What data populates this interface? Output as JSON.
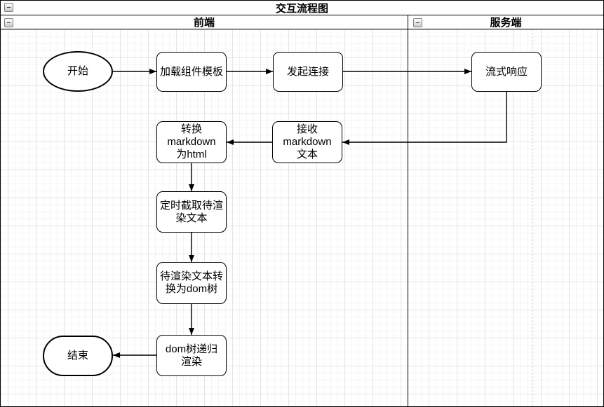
{
  "window": {
    "title": "交互流程图"
  },
  "icons": {
    "collapse": "−"
  },
  "lanes": {
    "frontend": {
      "label": "前端"
    },
    "server": {
      "label": "服务端"
    }
  },
  "nodes": {
    "start": {
      "type": "ellipse",
      "lane": "前端",
      "label": "开始"
    },
    "load_template": {
      "type": "process",
      "lane": "前端",
      "label": "加载组件模板"
    },
    "initiate_connection": {
      "type": "process",
      "lane": "前端",
      "label": "发起连接"
    },
    "stream_response": {
      "type": "process",
      "lane": "服务端",
      "label": "流式响应"
    },
    "receive_markdown": {
      "type": "process",
      "lane": "前端",
      "label": "接收\nmarkdown\n文本"
    },
    "convert_markdown": {
      "type": "process",
      "lane": "前端",
      "label": "转换\nmarkdown\n为html"
    },
    "capture_text": {
      "type": "process",
      "lane": "前端",
      "label": "定时截取待渲\n染文本"
    },
    "text_to_dom": {
      "type": "process",
      "lane": "前端",
      "label": "待渲染文本转\n换为dom树"
    },
    "dom_render": {
      "type": "process",
      "lane": "前端",
      "label": "dom树递归\n渲染"
    },
    "end": {
      "type": "terminator",
      "lane": "前端",
      "label": "结束"
    }
  },
  "edges": [
    {
      "from": "start",
      "to": "load_template"
    },
    {
      "from": "load_template",
      "to": "initiate_connection"
    },
    {
      "from": "initiate_connection",
      "to": "stream_response"
    },
    {
      "from": "stream_response",
      "to": "receive_markdown"
    },
    {
      "from": "receive_markdown",
      "to": "convert_markdown"
    },
    {
      "from": "convert_markdown",
      "to": "capture_text"
    },
    {
      "from": "capture_text",
      "to": "text_to_dom"
    },
    {
      "from": "text_to_dom",
      "to": "dom_render"
    },
    {
      "from": "dom_render",
      "to": "end"
    }
  ],
  "colors": {
    "stroke": "#000000",
    "node_fill": "#ffffff",
    "grid_minor": "#f4f4f4",
    "grid_major": "#e4e4e4",
    "page_break": "#cccccc"
  }
}
